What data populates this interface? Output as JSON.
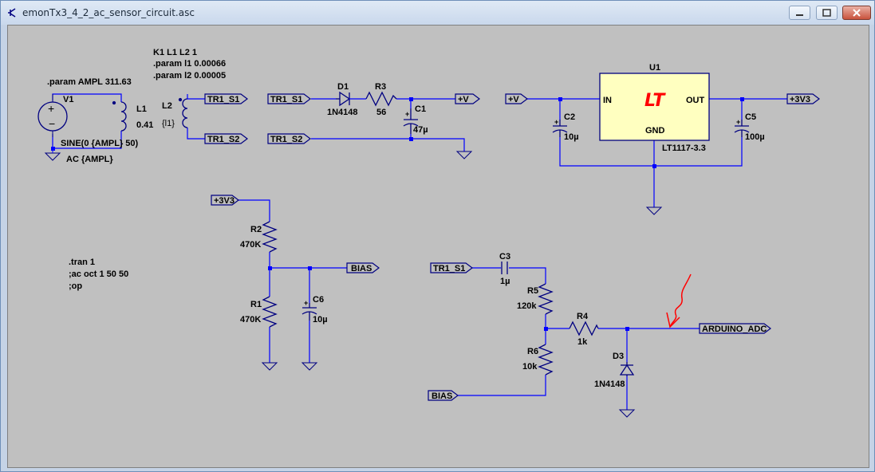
{
  "window": {
    "title": "emonTx3_4_2_ac_sensor_circuit.asc"
  },
  "directives": {
    "ampl": ".param AMPL 311.63",
    "coupling": "K1 L1 L2 1",
    "param_l1": ".param l1 0.00066",
    "param_l2": ".param l2 0.00005",
    "tran": ".tran 1",
    "ac": ";ac oct 1 50 50",
    "op": ";op"
  },
  "components": {
    "v1": {
      "name": "V1",
      "value": "SINE(0 {AMPL} 50)",
      "ac": "AC {AMPL}"
    },
    "l1": {
      "name": "L1",
      "value": "0.41"
    },
    "l2": {
      "name": "L2",
      "value": "{l1}"
    },
    "d1": {
      "name": "D1",
      "value": "1N4148"
    },
    "r3": {
      "name": "R3",
      "value": "56"
    },
    "c1": {
      "name": "C1",
      "value": "47µ"
    },
    "u1": {
      "name": "U1",
      "in": "IN",
      "out": "OUT",
      "gnd": "GND",
      "part": "LT1117-3.3",
      "logo": "LT"
    },
    "c2": {
      "name": "C2",
      "value": "10µ"
    },
    "c5": {
      "name": "C5",
      "value": "100µ"
    },
    "r2": {
      "name": "R2",
      "value": "470K"
    },
    "r1": {
      "name": "R1",
      "value": "470K"
    },
    "c6": {
      "name": "C6",
      "value": "10µ"
    },
    "c3": {
      "name": "C3",
      "value": "1µ"
    },
    "r5": {
      "name": "R5",
      "value": "120k"
    },
    "r6": {
      "name": "R6",
      "value": "10k"
    },
    "r4": {
      "name": "R4",
      "value": "1k"
    },
    "d3": {
      "name": "D3",
      "value": "1N4148"
    }
  },
  "nets": {
    "tr1_s1": "TR1_S1",
    "tr1_s2": "TR1_S2",
    "vplus": "+V",
    "v3v3": "+3V3",
    "bias": "BIAS",
    "arduino_adc": "ARDUINO_ADC"
  },
  "colors": {
    "wire": "#0000ff",
    "component": "#000080",
    "junction": "#0000ff",
    "canvas": "#c0c0c0",
    "ic_fill": "#ffffc0",
    "logo": "#ff0000",
    "annotation": "#ff0000"
  }
}
